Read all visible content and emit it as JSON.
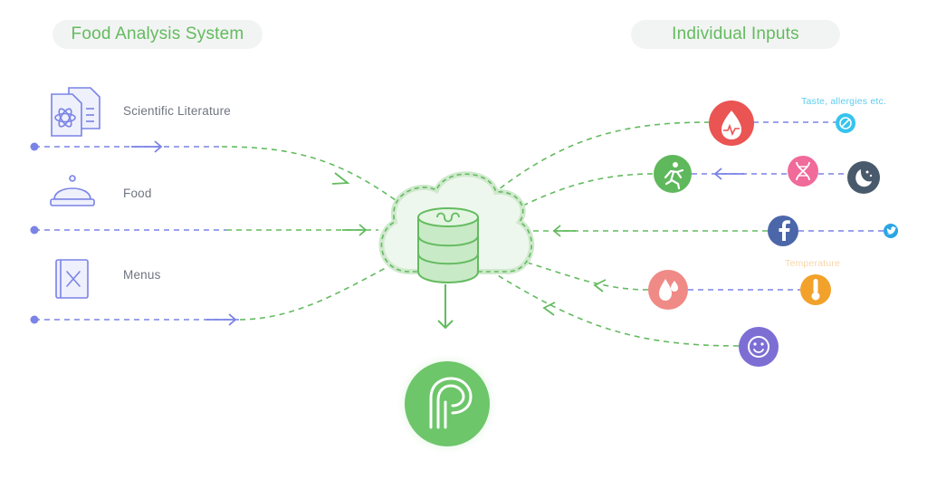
{
  "headers": {
    "left": "Food Analysis System",
    "right": "Individual Inputs"
  },
  "sources": [
    {
      "label": "Scientific Literature",
      "icon": "document-atom-icon"
    },
    {
      "label": "Food",
      "icon": "cloche-icon"
    },
    {
      "label": "Menus",
      "icon": "menu-book-icon"
    }
  ],
  "inputs": [
    {
      "icon": "heart-rate-icon",
      "color": "#ea5453"
    },
    {
      "icon": "taste-icon",
      "color": "#34c4ee",
      "label": "Taste, allergies etc."
    },
    {
      "icon": "running-icon",
      "color": "#5fb85c"
    },
    {
      "icon": "dna-icon",
      "color": "#f06a9a"
    },
    {
      "icon": "sleep-icon",
      "color": "#485a6b"
    },
    {
      "icon": "facebook-icon",
      "color": "#4c67a9"
    },
    {
      "icon": "twitter-icon",
      "color": "#2aa4e4"
    },
    {
      "icon": "water-drops-icon",
      "color": "#ef8a86"
    },
    {
      "icon": "thermometer-icon",
      "color": "#f2a12a",
      "label": "Temperature"
    },
    {
      "icon": "smiley-icon",
      "color": "#7d6ed4"
    }
  ],
  "colors": {
    "green": "#63bb5f",
    "blue_dash": "#7a83e6",
    "pill_bg": "#f2f4f3",
    "logo": "#6dc66a"
  },
  "hub": {
    "icon": "database-cloud-icon"
  },
  "output": {
    "icon": "app-logo-icon"
  }
}
